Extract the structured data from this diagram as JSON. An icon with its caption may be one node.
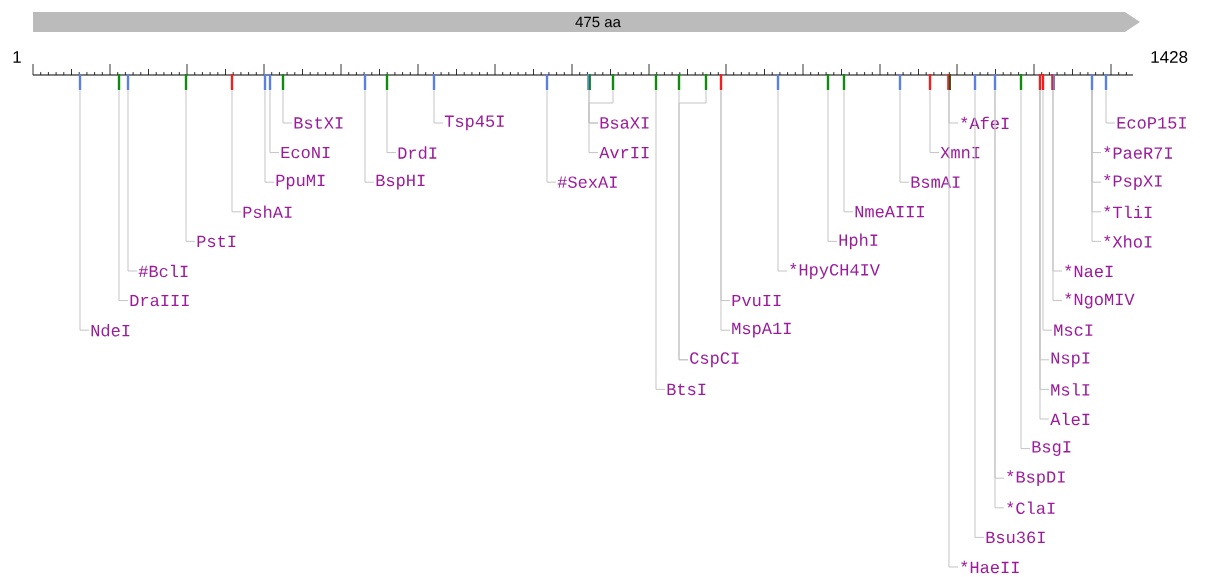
{
  "diagram": {
    "nodes": [
      {
        "text": [
          "475 aa"
        ]
      },
      {
        "text": [],
        "shape": "bar"
      },
      {
        "text": [],
        "shape": "bar"
      },
      {
        "text": [],
        "shape": "bar"
      },
      {
        "text": [],
        "shape": "bar"
      },
      {
        "text": [],
        "shape": "bar"
      },
      {
        "text": [],
        "shape": "bar"
      },
      {
        "text": [],
        "shape": "bar"
      },
      {
        "text": [],
        "shape": "bar"
      },
      {
        "text": [],
        "shape": "bar"
      },
      {
        "text": [],
        "shape": "bar"
      },
      {
        "text": [],
        "shape": "bar"
      },
      {
        "text": [],
        "shape": "bar"
      },
      {
        "text": [],
        "shape": "bar"
      },
      {
        "text": [],
        "shape": "bar"
      },
      {
        "text": [],
        "shape": "bar"
      },
      {
        "text": [],
        "shape": "bar"
      },
      {
        "text": [],
        "shape": "bar"
      },
      {
        "text": [],
        "shape": "bar"
      },
      {
        "text": [],
        "shape": "bar"
      },
      {
        "text": [],
        "shape": "bar"
      },
      {
        "text": [],
        "shape": "bar"
      },
      {
        "text": [],
        "shape": "bar"
      },
      {
        "text": [],
        "shape": "bar"
      },
      {
        "text": [],
        "shape": "bar"
      },
      {
        "text": [],
        "shape": "bar"
      },
      {
        "text": [],
        "shape": "bar"
      },
      {
        "text": [],
        "shape": "bar"
      },
      {
        "text": [],
        "shape": "bar"
      },
      {
        "text": [],
        "shape": "bar"
      },
      {
        "text": [],
        "shape": "bar"
      },
      {
        "text": [],
        "shape": "bar"
      },
      {
        "text": [],
        "shape": "bar"
      },
      {
        "text": [
          "NdeI"
        ]
      },
      {
        "text": [
          "DraIII"
        ]
      },
      {
        "text": [
          "#BclI"
        ]
      },
      {
        "text": [
          "PstI"
        ]
      },
      {
        "text": [
          "PshAI"
        ]
      },
      {
        "text": [
          "PpuMI"
        ]
      },
      {
        "text": [
          "EcoNI"
        ]
      },
      {
        "text": [
          "BstXI"
        ]
      },
      {
        "text": [
          "BspHI"
        ]
      },
      {
        "text": [
          "DrdI"
        ]
      },
      {
        "text": [
          "Tsp45I"
        ]
      },
      {
        "text": [
          "#SexAI"
        ]
      },
      {
        "text": [
          "BsaXI"
        ]
      },
      {
        "text": [
          "AvrII"
        ]
      },
      {
        "text": [
          "BtsI"
        ]
      },
      {
        "text": [
          "CspCI"
        ]
      },
      {
        "text": [
          "PvuII"
        ]
      },
      {
        "text": [
          "MspA1I"
        ]
      },
      {
        "text": [
          "*HpyCH4IV"
        ]
      },
      {
        "text": [
          "HphI"
        ]
      },
      {
        "text": [
          "NmeAIII"
        ]
      },
      {
        "text": [
          "BsmAI"
        ]
      },
      {
        "text": [
          "XmnI"
        ]
      },
      {
        "text": [
          "*AfeI"
        ]
      },
      {
        "text": [
          "*HaeII"
        ]
      },
      {
        "text": [
          "Bsu36I"
        ]
      },
      {
        "text": [
          "*BspDI"
        ]
      },
      {
        "text": [
          "*ClaI"
        ]
      },
      {
        "text": [
          "BsgI"
        ]
      },
      {
        "text": [
          "NspI"
        ]
      },
      {
        "text": [
          "MslI"
        ]
      },
      {
        "text": [
          "AleI"
        ]
      },
      {
        "text": [
          "MscI"
        ]
      },
      {
        "text": [
          "*NaeI"
        ]
      },
      {
        "text": [
          "*NgoMIV"
        ]
      },
      {
        "text": [
          "*PaeR7I"
        ]
      },
      {
        "text": [
          "*PspXI"
        ]
      },
      {
        "text": [
          "*TliI"
        ]
      },
      {
        "text": [
          "*XhoI"
        ]
      },
      {
        "text": [
          "EcoP15I"
        ]
      }
    ],
    "edges": [
      {
        "from": 33,
        "to": 1,
        "arrow": "none"
      },
      {
        "from": 34,
        "to": 2,
        "arrow": "none"
      },
      {
        "from": 35,
        "to": 3,
        "arrow": "none"
      },
      {
        "from": 36,
        "to": 4,
        "arrow": "none"
      },
      {
        "from": 37,
        "to": 5,
        "arrow": "none"
      },
      {
        "from": 38,
        "to": 6,
        "arrow": "none"
      },
      {
        "from": 39,
        "to": 7,
        "arrow": "none"
      },
      {
        "from": 40,
        "to": 8,
        "arrow": "none"
      },
      {
        "from": 41,
        "to": 9,
        "arrow": "none"
      },
      {
        "from": 42,
        "to": 10,
        "arrow": "none"
      },
      {
        "from": 43,
        "to": 11,
        "arrow": "none"
      },
      {
        "from": 44,
        "to": 12,
        "arrow": "none"
      },
      {
        "from": 45,
        "to": 13,
        "arrow": "none"
      },
      {
        "from": 45,
        "to": 14,
        "arrow": "none"
      },
      {
        "from": 46,
        "to": 13,
        "arrow": "none"
      },
      {
        "from": 47,
        "to": 15,
        "arrow": "none"
      },
      {
        "from": 48,
        "to": 16,
        "arrow": "none"
      },
      {
        "from": 48,
        "to": 17,
        "arrow": "none"
      },
      {
        "from": 49,
        "to": 18,
        "arrow": "none"
      },
      {
        "from": 50,
        "to": 18,
        "arrow": "none"
      },
      {
        "from": 51,
        "to": 19,
        "arrow": "none"
      },
      {
        "from": 52,
        "to": 20,
        "arrow": "none"
      },
      {
        "from": 53,
        "to": 21,
        "arrow": "none"
      },
      {
        "from": 54,
        "to": 22,
        "arrow": "none"
      },
      {
        "from": 55,
        "to": 23,
        "arrow": "none"
      },
      {
        "from": 56,
        "to": 24,
        "arrow": "none"
      },
      {
        "from": 57,
        "to": 24,
        "arrow": "none"
      },
      {
        "from": 58,
        "to": 25,
        "arrow": "none"
      },
      {
        "from": 59,
        "to": 26,
        "arrow": "none"
      },
      {
        "from": 60,
        "to": 26,
        "arrow": "none"
      },
      {
        "from": 61,
        "to": 27,
        "arrow": "none"
      },
      {
        "from": 62,
        "to": 28,
        "arrow": "none"
      },
      {
        "from": 63,
        "to": 28,
        "arrow": "none"
      },
      {
        "from": 64,
        "to": 28,
        "arrow": "none"
      },
      {
        "from": 65,
        "to": 29,
        "arrow": "none"
      },
      {
        "from": 66,
        "to": 30,
        "arrow": "none"
      },
      {
        "from": 67,
        "to": 30,
        "arrow": "none"
      },
      {
        "from": 68,
        "to": 31,
        "arrow": "none"
      },
      {
        "from": 69,
        "to": 31,
        "arrow": "none"
      },
      {
        "from": 70,
        "to": 31,
        "arrow": "none"
      },
      {
        "from": 71,
        "to": 31,
        "arrow": "none"
      },
      {
        "from": 72,
        "to": 32,
        "arrow": "none"
      }
    ],
    "labels": [
      "1",
      "1428"
    ]
  }
}
